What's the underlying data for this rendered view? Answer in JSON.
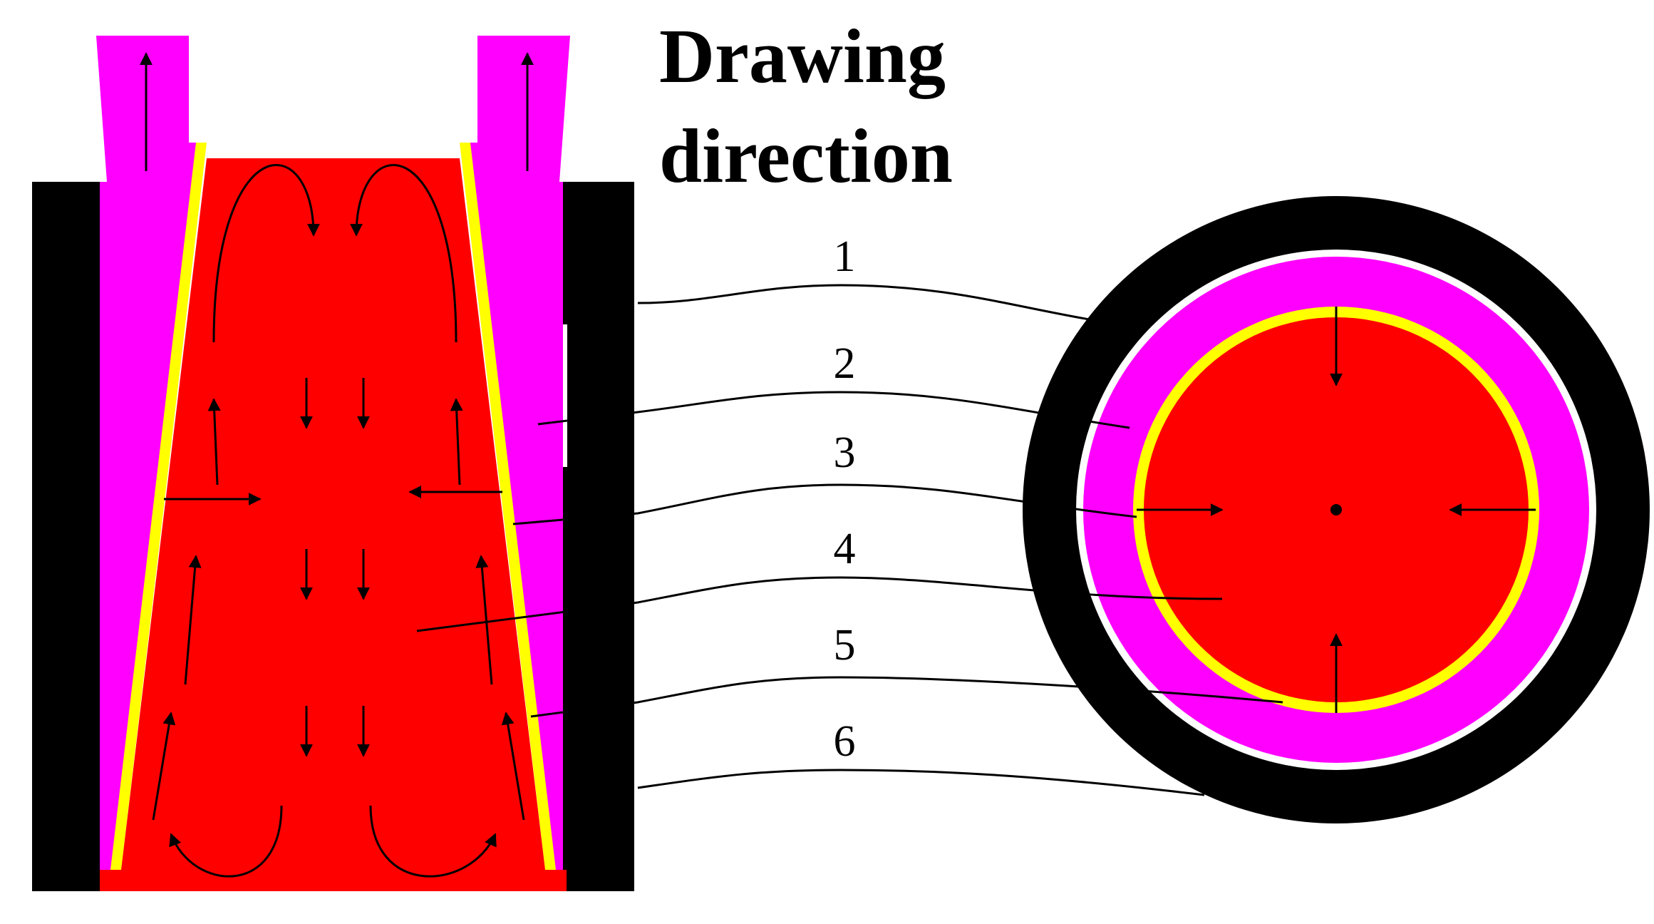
{
  "diagram": {
    "title_line1": "Drawing",
    "title_line2": "direction",
    "callouts": [
      {
        "label": "1"
      },
      {
        "label": "2"
      },
      {
        "label": "3"
      },
      {
        "label": "4"
      },
      {
        "label": "5"
      },
      {
        "label": "6"
      }
    ],
    "colors": {
      "mold": "#000000",
      "slag": "#ff00ff",
      "lubricant": "#ffff00",
      "steel": "#ff0000",
      "background": "#ffffff"
    }
  }
}
